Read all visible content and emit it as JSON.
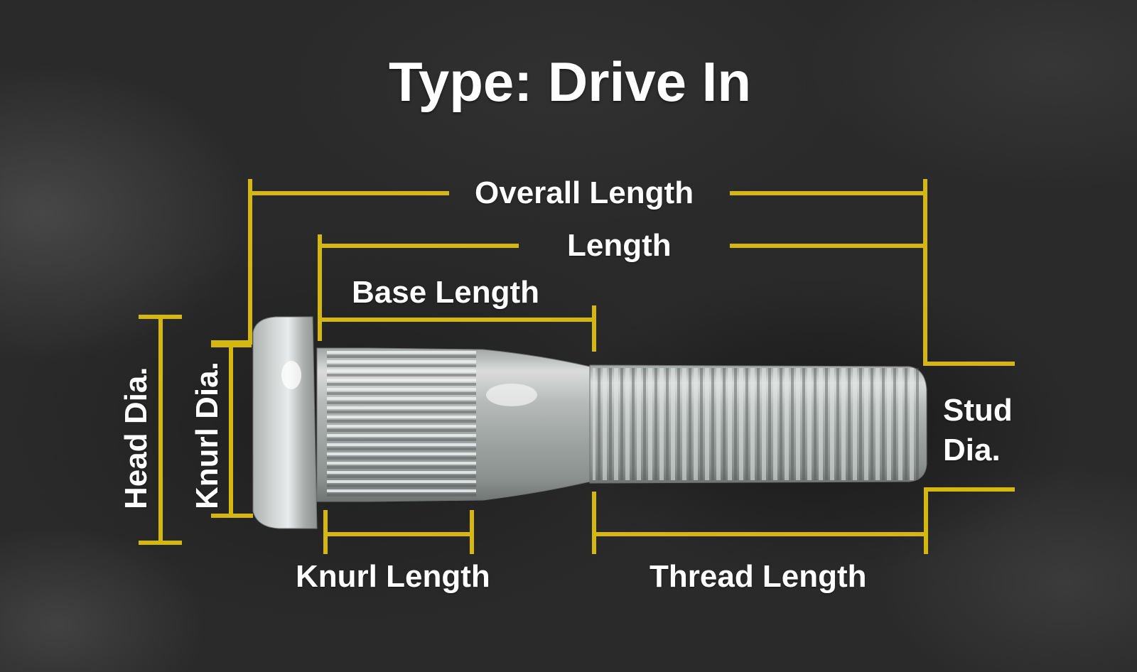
{
  "title": "Type: Drive In",
  "colors": {
    "dimension_line": "#d4b80f",
    "text": "#ffffff",
    "background": "#2a2a2a"
  },
  "labels": {
    "overall_length": "Overall Length",
    "length": "Length",
    "base_length": "Base Length",
    "head_dia": "Head Dia.",
    "knurl_dia": "Knurl Dia.",
    "stud_dia_line1": "Stud",
    "stud_dia_line2": "Dia.",
    "knurl_length": "Knurl Length",
    "thread_length": "Thread Length"
  },
  "subject": {
    "name": "wheel stud (drive-in type)",
    "parts": [
      "head",
      "knurl",
      "shoulder",
      "thread"
    ]
  }
}
